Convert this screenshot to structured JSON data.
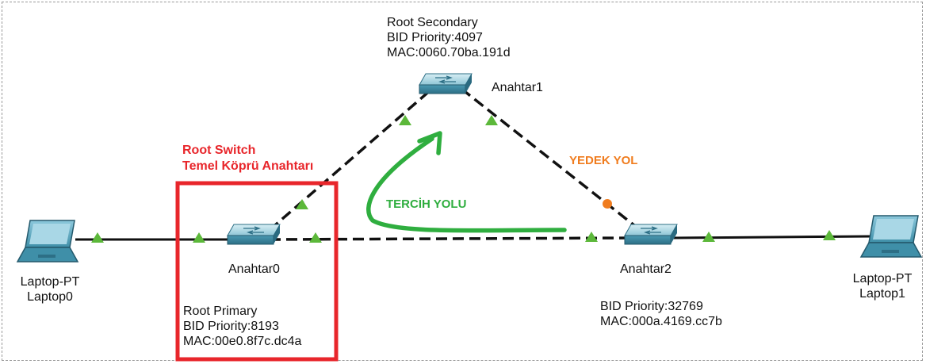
{
  "devices": {
    "switch0": {
      "name": "Anahtar0",
      "role": "Root Primary",
      "priority": "BID Priority:8193",
      "mac": "MAC:00e0.8f7c.dc4a"
    },
    "switch1": {
      "name": "Anahtar1",
      "role": "Root Secondary",
      "priority": "BID Priority:4097",
      "mac": "MAC:0060.70ba.191d"
    },
    "switch2": {
      "name": "Anahtar2",
      "priority": "BID Priority:32769",
      "mac": "MAC:000a.4169.cc7b"
    },
    "laptop0": {
      "type": "Laptop-PT",
      "name": "Laptop0"
    },
    "laptop1": {
      "type": "Laptop-PT",
      "name": "Laptop1"
    }
  },
  "annotations": {
    "root_switch_line1": "Root Switch",
    "root_switch_line2": "Temel Köprü Anahtarı",
    "backup_path": "YEDEK YOL",
    "preferred_path": "TERCİH YOLU"
  },
  "colors": {
    "root_box": "#e8262b",
    "backup": "#f07c1e",
    "preferred": "#2fae3f",
    "link_up": "#5cb83a",
    "switch_body": "#3f8fa8"
  }
}
